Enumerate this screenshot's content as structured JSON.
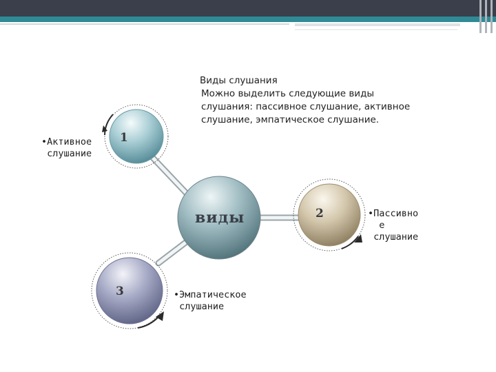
{
  "header": {
    "title": "Виды слушания",
    "body": " Можно выделить следующие виды слушания: пассивное слушание, активное слушание, эмпатическое слушание."
  },
  "diagram": {
    "center": "виды",
    "nodes": [
      {
        "number": "1",
        "label": "•Активное\n слушание",
        "color": "#8fb9c1"
      },
      {
        "number": "2",
        "label": "•Пассивно\n  е\n слушание",
        "color": "#c2b59a"
      },
      {
        "number": "3",
        "label": "•Эмпатическое\n слушание",
        "color": "#8a8fb0"
      }
    ]
  },
  "colors": {
    "top_bar": "#3a3f4b",
    "accent": "#2f8a96"
  }
}
